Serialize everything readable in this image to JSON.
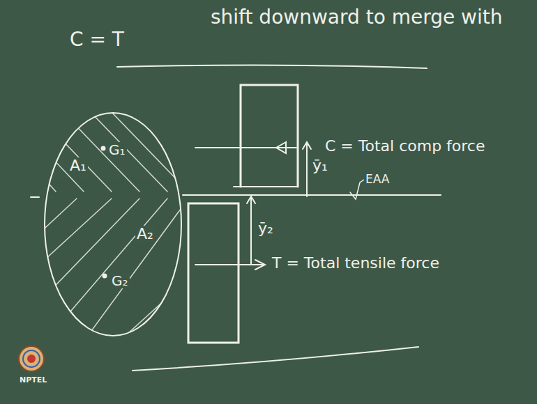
{
  "diagram": {
    "labels": [
      "shift downward to merge with",
      "C = T",
      "A₁",
      "G₁",
      "A₂",
      "G₂",
      "C = Total comp force",
      "ȳ₁",
      "EAA",
      "ȳ₂",
      "T = Total tensile force",
      "NPTEL"
    ]
  }
}
